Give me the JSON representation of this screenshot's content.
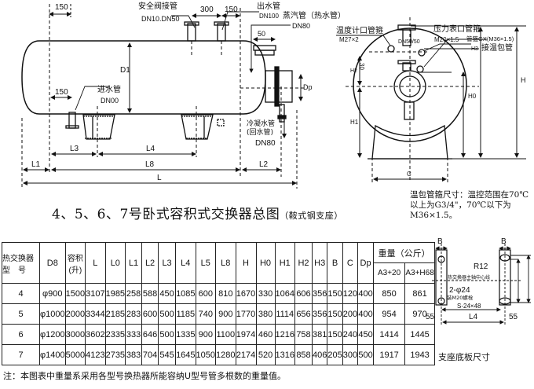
{
  "drawing": {
    "dim_150_top": "150",
    "safety_valve": "安全阀接管",
    "safety_valve_dn": "DN10.DN50",
    "dim_300": "300",
    "dim_150_mid": "150",
    "outlet": "出水管",
    "outlet_dn": "DN100",
    "steam": "蒸汽管（热水管）",
    "steam_dn": "DN80",
    "dim_50": "50",
    "d1": "D1",
    "dp": "Dp",
    "dim_150_inlet": "150",
    "inlet": "进水管",
    "inlet_dn": "DN00",
    "condensate": "冷凝水管",
    "condensate2": "(回水管)",
    "condensate_dn": "DN80",
    "l3": "L3",
    "l4": "L4",
    "l8": "L8",
    "l1": "L1",
    "l2": "L2",
    "l": "L",
    "thermo_port": "温度计口管箍",
    "m27": "M27×2",
    "flange": "DN50/50",
    "pressure_port": "压力表口管箍",
    "m20": "M20×1.5",
    "coupling": "管箍GX(M36×1.5)",
    "temp_bulb": "接温包管",
    "dim_30": "30",
    "h2": "H2",
    "h3": "H3",
    "h1": "H1",
    "h": "H",
    "h0": "H0",
    "c": "C"
  },
  "title": "4、5、6、7号卧式容积式交换器总图",
  "title_suffix": "（鞍式钢支座）",
  "temp_note": "温包管箍尺寸：温控范围在70℃以上为G3/4\"，70℃以下为M36×1.5。",
  "table": {
    "headers": [
      "热交换器型　号",
      "D8",
      "容积(升)",
      "L",
      "L0",
      "L1",
      "L2",
      "L3",
      "L4",
      "L5",
      "L8",
      "H",
      "H0",
      "H1",
      "H2",
      "H3",
      "B",
      "C",
      "Dp"
    ],
    "weight_header": "重量（公斤）",
    "weight_sub": [
      "A3+20",
      "A3+H68"
    ],
    "rows": [
      [
        "4",
        "φ900",
        "1500",
        "3107",
        "1985",
        "258",
        "588",
        "450",
        "1085",
        "600",
        "810",
        "1670",
        "330",
        "1064",
        "606",
        "356",
        "150",
        "120",
        "400",
        "850",
        "861"
      ],
      [
        "5",
        "φ1000",
        "2000",
        "3344",
        "2185",
        "283",
        "600",
        "500",
        "1185",
        "740",
        "900",
        "1770",
        "380",
        "1114",
        "656",
        "356",
        "150",
        "200",
        "400",
        "954",
        "970"
      ],
      [
        "6",
        "φ1200",
        "3000",
        "3602",
        "2335",
        "333",
        "646",
        "500",
        "1335",
        "900",
        "1100",
        "1974",
        "460",
        "1216",
        "758",
        "381",
        "150",
        "240",
        "450",
        "1414",
        "1445"
      ],
      [
        "7",
        "φ1400",
        "5000",
        "4123",
        "2735",
        "383",
        "704",
        "545",
        "1645",
        "1050",
        "1280",
        "2174",
        "520",
        "1316",
        "858",
        "406",
        "205",
        "300",
        "500",
        "1917",
        "1943"
      ]
    ]
  },
  "note": "注：本图表中重量系采用各型号换热器所能容纳U型号管多根数的重量值。",
  "support": {
    "b_left": "B",
    "b_right": "B",
    "r12": "R12",
    "centerline": "热交换器主轴中心线",
    "holes": "2-φ24",
    "bolt": "装M20螺栓",
    "slot": "S-24×48",
    "dim_55_left": "55",
    "dim_55_right": "55",
    "l4": "L4",
    "caption": "支座底板尺寸"
  }
}
